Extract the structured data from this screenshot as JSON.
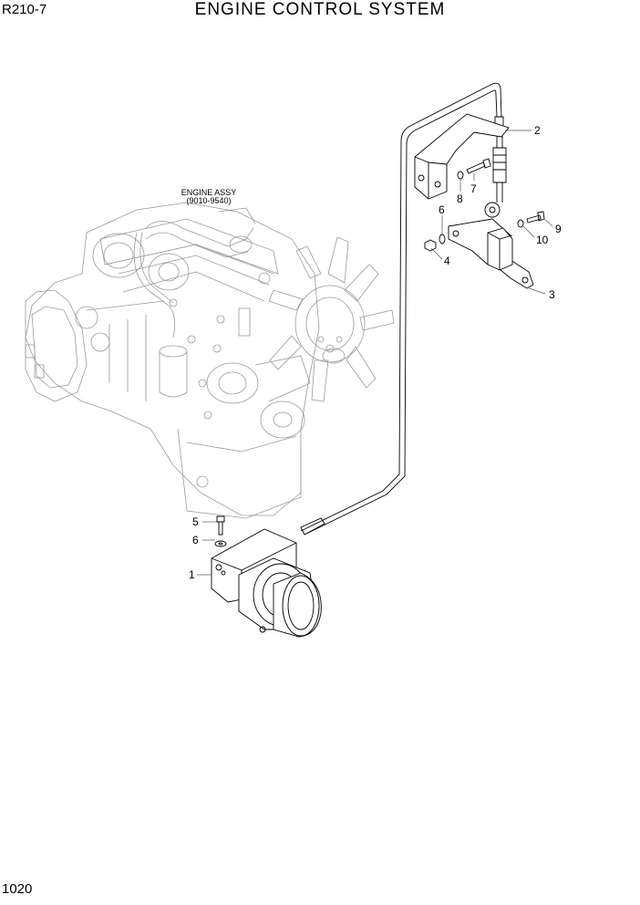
{
  "header": {
    "model": "R210-7",
    "title": "ENGINE CONTROL SYSTEM"
  },
  "footer": {
    "page_number": "1020"
  },
  "diagram": {
    "engine_label": {
      "name": "ENGINE ASSY",
      "code": "(9010-9540)"
    },
    "callouts": [
      "1",
      "2",
      "3",
      "4",
      "5",
      "6",
      "6",
      "7",
      "8",
      "9",
      "10"
    ]
  }
}
